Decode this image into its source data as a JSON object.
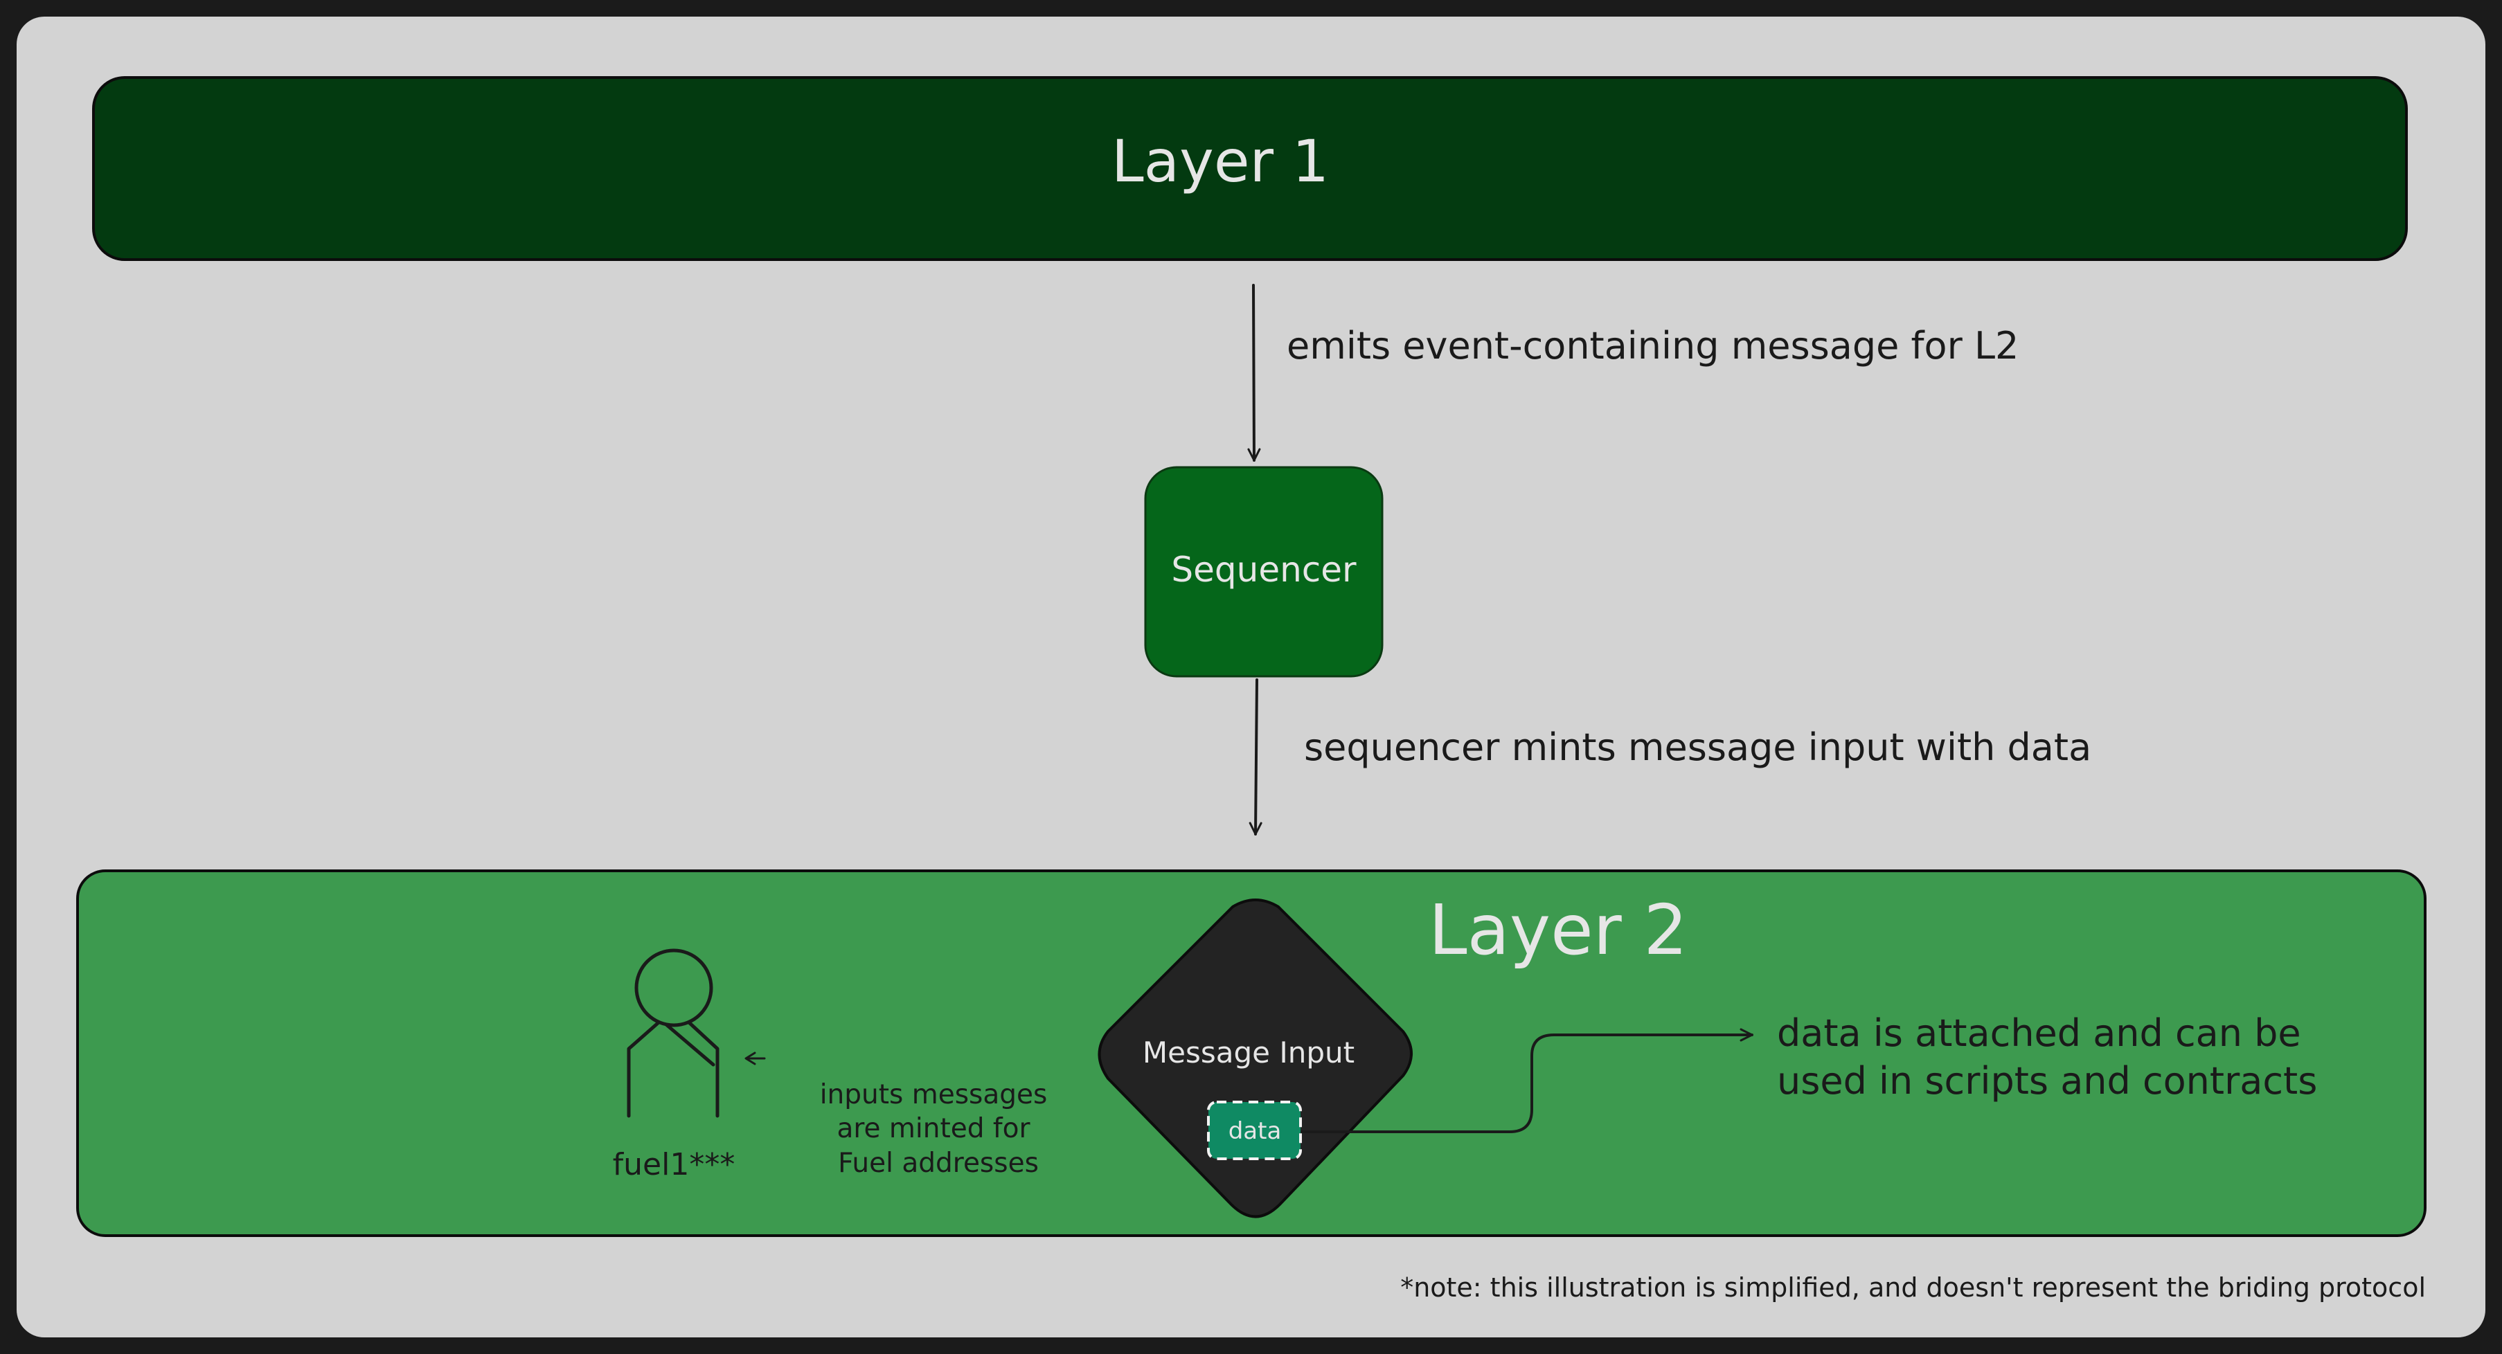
{
  "diagram": {
    "layer1": {
      "label": "Layer 1"
    },
    "edge_l1_to_sequencer": {
      "label": "emits event-containing message for L2"
    },
    "sequencer": {
      "label": "Sequencer"
    },
    "edge_sequencer_to_l2": {
      "label": "sequencer mints message input with data"
    },
    "layer2": {
      "label": "Layer 2"
    },
    "user": {
      "label": "fuel1***"
    },
    "user_note": {
      "lines": [
        "inputs messages",
        "are minted for",
        "Fuel addresses"
      ]
    },
    "message_input": {
      "label": "Message Input",
      "data_label": "data"
    },
    "data_note": {
      "lines": [
        "data is attached and can be",
        "used in scripts and contracts"
      ]
    },
    "footnote": {
      "label": "*note: this illustration is simplified, and doesn't represent the briding protocol"
    }
  },
  "colors": {
    "page_background": "#1b1b1b",
    "canvas": "#d3d3d3",
    "layer1_fill": "#033a10",
    "sequencer_fill": "#05661a",
    "layer2_fill": "#3d9a4f",
    "message_input_fill": "#232323",
    "data_fill": "#0f8a63",
    "ink": "#1a1a1a",
    "light_text": "#e6e6e6"
  }
}
